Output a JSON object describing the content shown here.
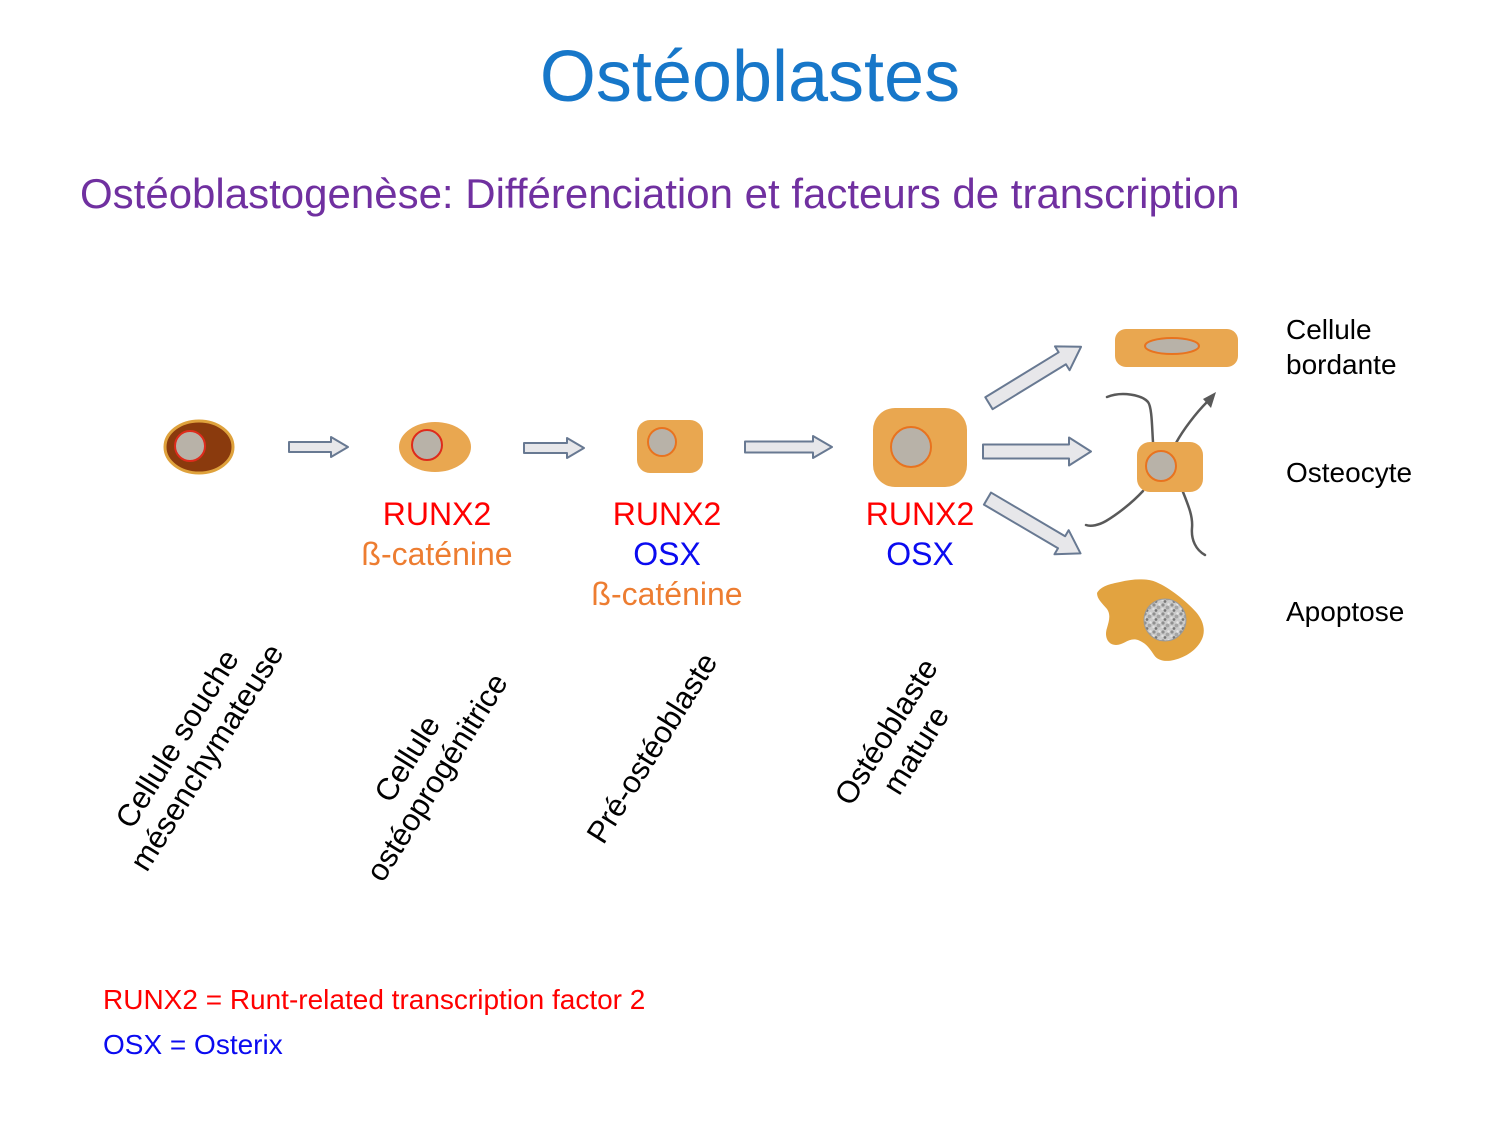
{
  "slide": {
    "title": "Ostéoblastes",
    "subtitle": "Ostéoblastogenèse: Différenciation et facteurs de transcription"
  },
  "pathway": {
    "stages": [
      {
        "label": [
          "Cellule souche",
          "mésenchymateuse"
        ],
        "factors": []
      },
      {
        "label": [
          "Cellule",
          "ostéoprogénitrice"
        ],
        "factors": [
          "RUNX2",
          "ß-caténine"
        ]
      },
      {
        "label": [
          "Pré-ostéoblaste"
        ],
        "factors": [
          "RUNX2",
          "OSX",
          "ß-caténine"
        ]
      },
      {
        "label": [
          "Ostéoblaste",
          "mature"
        ],
        "factors": [
          "RUNX2",
          "OSX"
        ]
      }
    ],
    "fates": [
      {
        "label": [
          "Cellule",
          "bordante"
        ]
      },
      {
        "label": [
          "Osteocyte"
        ]
      },
      {
        "label": [
          "Apoptose"
        ]
      }
    ]
  },
  "legend": {
    "runx2": "RUNX2 = Runt-related transcription factor 2",
    "osx": "OSX = Osterix"
  },
  "icons": {
    "cell_shapes": [
      "mesenchymal-stem-cell",
      "osteoprogenitor-cell",
      "pre-osteoblast-cell",
      "mature-osteoblast-cell",
      "bone-lining-cell",
      "osteocyte-cell",
      "apoptotic-cell"
    ],
    "arrow": "block-arrow"
  },
  "colors": {
    "title-blue": "#1777c9",
    "subtitle-purple": "#7030a0",
    "runx2-red": "#ff0000",
    "osx-blue": "#0b0bf0",
    "catenin-orange": "#ed7d31",
    "cell-orange": "#e9a750",
    "blob-orange": "#e2a340",
    "stem-brown": "#8a3a0d",
    "nucleus-gray": "#b8b2a8",
    "nucleus-ring-red": "#de2b1c",
    "nucleus-ring-orange": "#e8731f",
    "arrow-fill": "#e7e7ea",
    "arrow-stroke": "#687992",
    "dendrite-gray": "#595959",
    "label-black": "#000000"
  }
}
